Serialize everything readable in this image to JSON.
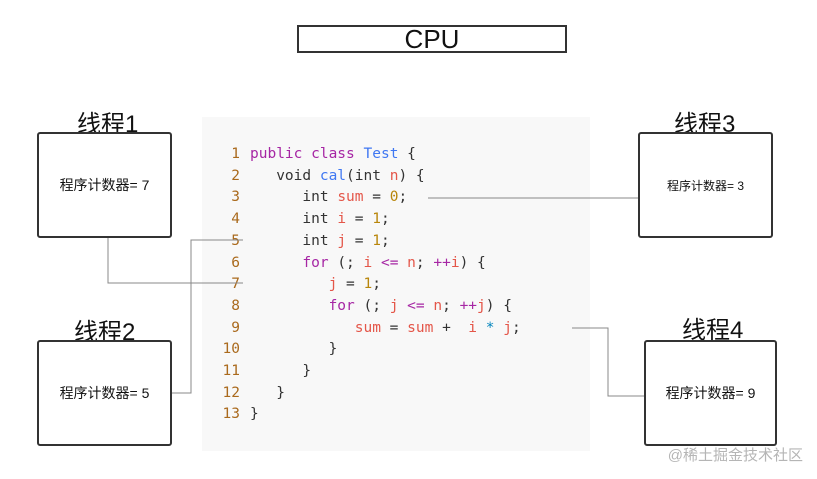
{
  "cpu_label": "CPU",
  "threads": [
    {
      "title": "线程1",
      "counter": "程序计数器= 7"
    },
    {
      "title": "线程2",
      "counter": "程序计数器= 5"
    },
    {
      "title": "线程3",
      "counter": "程序计数器= 3"
    },
    {
      "title": "线程4",
      "counter": "程序计数器= 9"
    }
  ],
  "code_lines": [
    {
      "num": "1",
      "tokens": [
        [
          "kw",
          "public "
        ],
        [
          "kw",
          "class "
        ],
        [
          "nm",
          "Test "
        ],
        [
          "pl",
          "{"
        ]
      ]
    },
    {
      "num": "2",
      "tokens": [
        [
          "pl",
          "   void "
        ],
        [
          "nm",
          "cal"
        ],
        [
          "pl",
          "(int "
        ],
        [
          "var",
          "n"
        ],
        [
          "pl",
          ") {"
        ]
      ]
    },
    {
      "num": "3",
      "tokens": [
        [
          "pl",
          "      int "
        ],
        [
          "var",
          "sum"
        ],
        [
          "pl",
          " = "
        ],
        [
          "num",
          "0"
        ],
        [
          "pl",
          ";"
        ]
      ]
    },
    {
      "num": "4",
      "tokens": [
        [
          "pl",
          "      int "
        ],
        [
          "var",
          "i"
        ],
        [
          "pl",
          " = "
        ],
        [
          "num",
          "1"
        ],
        [
          "pl",
          ";"
        ]
      ]
    },
    {
      "num": "5",
      "tokens": [
        [
          "pl",
          "      int "
        ],
        [
          "var",
          "j"
        ],
        [
          "pl",
          " = "
        ],
        [
          "num",
          "1"
        ],
        [
          "pl",
          ";"
        ]
      ]
    },
    {
      "num": "6",
      "tokens": [
        [
          "kw",
          "      for "
        ],
        [
          "pl",
          "(; "
        ],
        [
          "var",
          "i"
        ],
        [
          "op",
          " <= "
        ],
        [
          "var",
          "n"
        ],
        [
          "pl",
          "; "
        ],
        [
          "op",
          "++"
        ],
        [
          "var",
          "i"
        ],
        [
          "pl",
          ") {"
        ]
      ]
    },
    {
      "num": "7",
      "tokens": [
        [
          "var",
          "         j"
        ],
        [
          "pl",
          " = "
        ],
        [
          "num",
          "1"
        ],
        [
          "pl",
          ";"
        ]
      ]
    },
    {
      "num": "8",
      "tokens": [
        [
          "kw",
          "         for "
        ],
        [
          "pl",
          "(; "
        ],
        [
          "var",
          "j"
        ],
        [
          "op",
          " <= "
        ],
        [
          "var",
          "n"
        ],
        [
          "pl",
          "; "
        ],
        [
          "op",
          "++"
        ],
        [
          "var",
          "j"
        ],
        [
          "pl",
          ") {"
        ]
      ]
    },
    {
      "num": "9",
      "tokens": [
        [
          "var",
          "            sum"
        ],
        [
          "pl",
          " = "
        ],
        [
          "var",
          "sum"
        ],
        [
          "pl",
          " +  "
        ],
        [
          "var",
          "i"
        ],
        [
          "cy",
          " * "
        ],
        [
          "var",
          "j"
        ],
        [
          "pl",
          ";"
        ]
      ]
    },
    {
      "num": "10",
      "tokens": [
        [
          "pl",
          "         }"
        ]
      ]
    },
    {
      "num": "11",
      "tokens": [
        [
          "pl",
          "      }"
        ]
      ]
    },
    {
      "num": "12",
      "tokens": [
        [
          "pl",
          "   }"
        ]
      ]
    },
    {
      "num": "13",
      "tokens": [
        [
          "pl",
          "}"
        ]
      ]
    }
  ],
  "watermark": "@稀土掘金技术社区"
}
